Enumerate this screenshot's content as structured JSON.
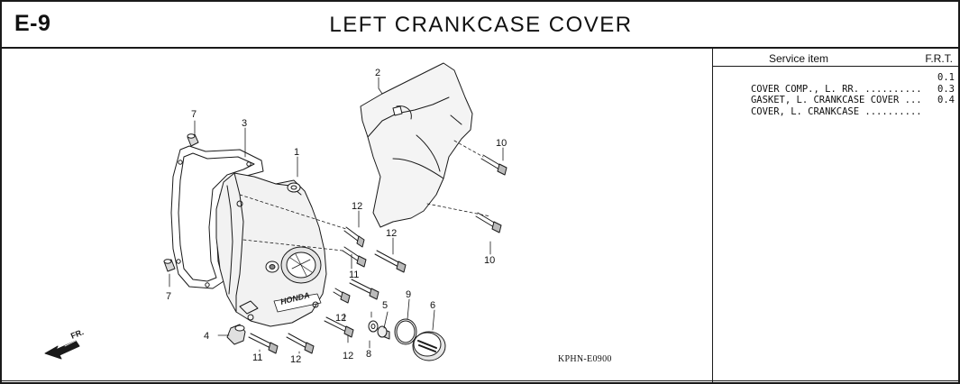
{
  "header": {
    "code": "E-9",
    "title": "LEFT CRANKCASE COVER"
  },
  "service": {
    "col_item": "Service item",
    "col_frt": "F.R.T.",
    "rows": [
      {
        "item": "COVER COMP., L. RR. ..........",
        "frt": "0.1"
      },
      {
        "item": "GASKET, L. CRANKCASE COVER ...",
        "frt": "0.3"
      },
      {
        "item": "COVER, L. CRANKCASE ..........",
        "frt": "0.4"
      }
    ]
  },
  "diagram": {
    "reference": "KPHN-E0900",
    "front_label": "FR.",
    "brand_mark": "HONDA",
    "callouts": [
      "1",
      "2",
      "3",
      "4",
      "5",
      "6",
      "7",
      "7",
      "8",
      "9",
      "10",
      "10",
      "11",
      "11",
      "12",
      "12",
      "12",
      "12",
      "12"
    ]
  }
}
